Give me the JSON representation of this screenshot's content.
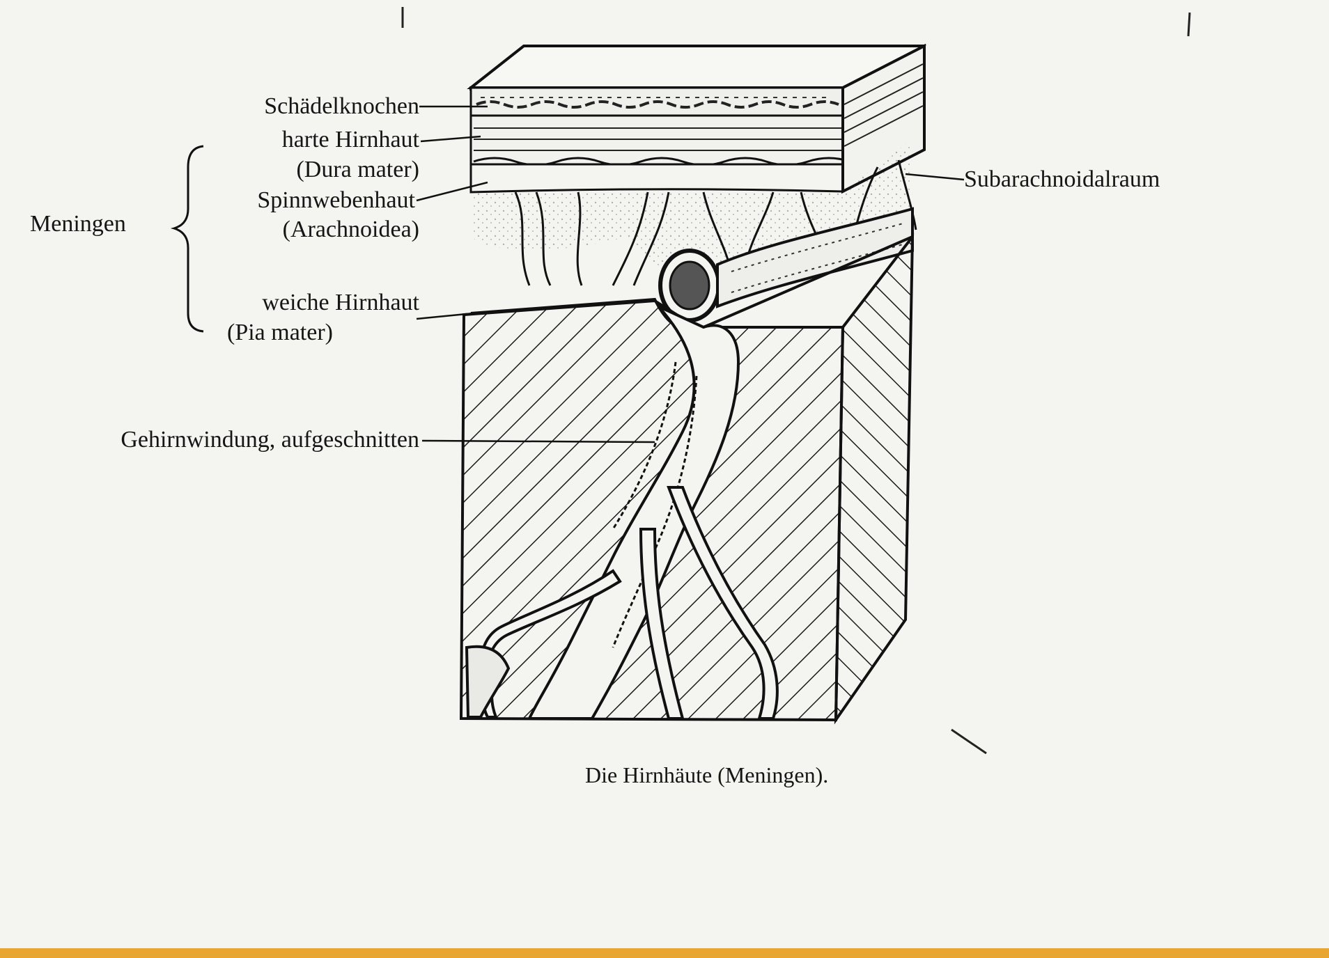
{
  "labels": {
    "skull": "Schädelknochen",
    "dura": "harte Hirnhaut",
    "dura_latin": "(Dura mater)",
    "arachnoid": "Spinnwebenhaut",
    "arachnoid_latin": "(Arachnoidea)",
    "pia": "weiche Hirnhaut",
    "pia_latin": "(Pia mater)",
    "meninges": "Meningen",
    "gyrus": "Gehirnwindung, aufgeschnitten",
    "subarachnoid": "Subarachnoidalraum"
  },
  "caption": "Die Hirnhäute (Meningen).",
  "colors": {
    "ink": "#151515",
    "paper": "#f4f4f1",
    "edge_strip": "#e8a531"
  }
}
